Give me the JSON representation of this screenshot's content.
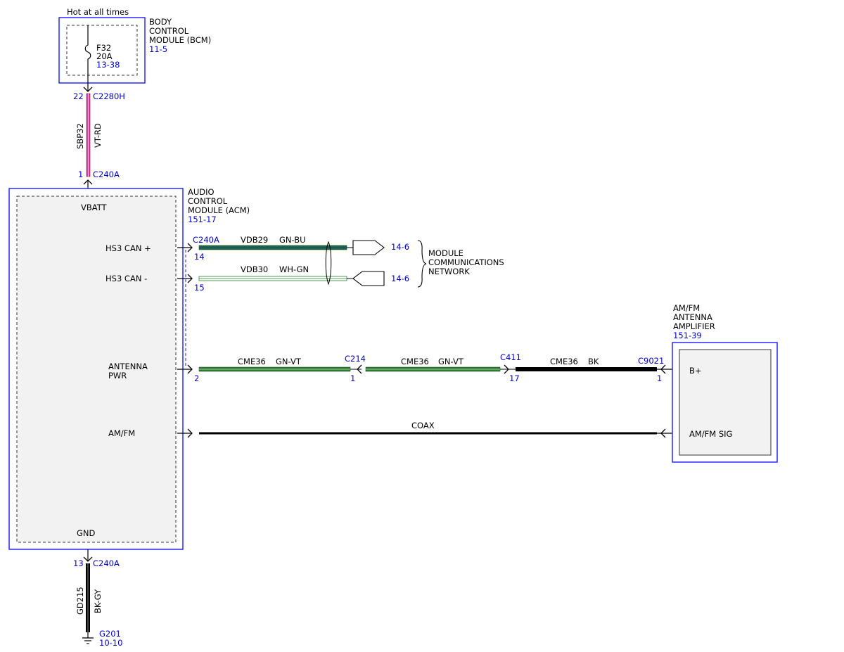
{
  "hot_label": "Hot at all times",
  "bcm": {
    "name_lines": [
      "BODY",
      "CONTROL",
      "MODULE (BCM)"
    ],
    "ref": "11-5",
    "fuse": {
      "name": "F32",
      "rating": "20A",
      "ref": "13-38"
    }
  },
  "power_feed": {
    "top_pin": "22",
    "top_connector": "C2280H",
    "circuit": "SBP32",
    "color": "VT-RD",
    "bottom_pin": "1",
    "bottom_connector": "C240A"
  },
  "acm": {
    "name_lines": [
      "AUDIO",
      "CONTROL",
      "MODULE (ACM)"
    ],
    "ref": "151-17",
    "pins": {
      "vbatt": "VBATT",
      "hs3_plus": "HS3 CAN +",
      "hs3_minus": "HS3 CAN -",
      "antenna_pwr": [
        "ANTENNA",
        "PWR"
      ],
      "amfm": "AM/FM",
      "gnd": "GND"
    }
  },
  "can_bus": {
    "connector": "C240A",
    "plus": {
      "pin": "14",
      "circuit": "VDB29",
      "color": "GN-BU",
      "ref": "14-6"
    },
    "minus": {
      "pin": "15",
      "circuit": "VDB30",
      "color": "WH-GN",
      "ref": "14-6"
    },
    "network_lines": [
      "MODULE",
      "COMMUNICATIONS",
      "NETWORK"
    ]
  },
  "antenna_power": {
    "seg1": {
      "pin_start": "2",
      "circuit": "CME36",
      "color": "GN-VT"
    },
    "c214": {
      "connector": "C214",
      "pin": "1"
    },
    "seg2": {
      "circuit": "CME36",
      "color": "GN-VT"
    },
    "c411": {
      "connector": "C411",
      "pin": "17"
    },
    "seg3": {
      "circuit": "CME36",
      "color": "BK"
    },
    "c9021": {
      "connector": "C9021",
      "pin": "1"
    }
  },
  "coax_label": "COAX",
  "amp": {
    "name_lines": [
      "AM/FM",
      "ANTENNA",
      "AMPLIFIER"
    ],
    "ref": "151-39",
    "pins": {
      "bplus": "B+",
      "sig": "AM/FM SIG"
    }
  },
  "ground": {
    "pin": "13",
    "connector": "C240A",
    "circuit": "GD215",
    "color": "BK-GY",
    "point": "G201",
    "ref": "10-10"
  },
  "colors": {
    "module_border": "#1a1aff",
    "module_fill": "#f2f2f2",
    "link_blue": "#0000cc",
    "wire_vt_rd": "#e0409a",
    "wire_green": "#2e7d32",
    "wire_black": "#000000"
  }
}
